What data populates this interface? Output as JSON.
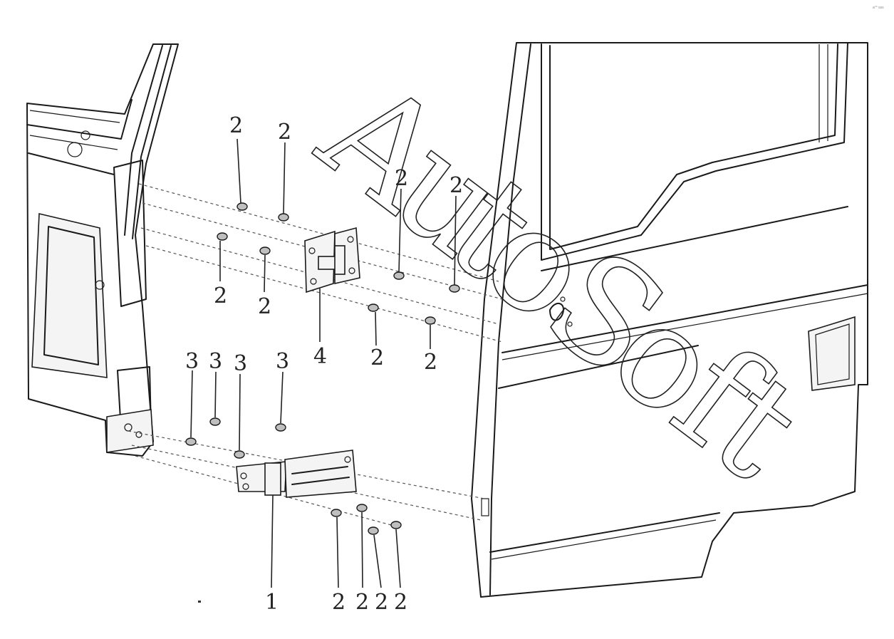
{
  "diagram": {
    "corner_note": "a°° sss",
    "watermark": [
      "A",
      "u",
      "t",
      "o",
      "S",
      "o",
      "f",
      "t"
    ],
    "callouts": {
      "upper_screws": [
        "2",
        "2",
        "2",
        "2",
        "2",
        "2",
        "2",
        "2"
      ],
      "upper_hinge": "4",
      "lower_bolts": [
        "3",
        "3",
        "3",
        "3"
      ],
      "lower_hinge": "1",
      "lower_screws": [
        "2",
        "2",
        "2",
        "2"
      ]
    }
  }
}
